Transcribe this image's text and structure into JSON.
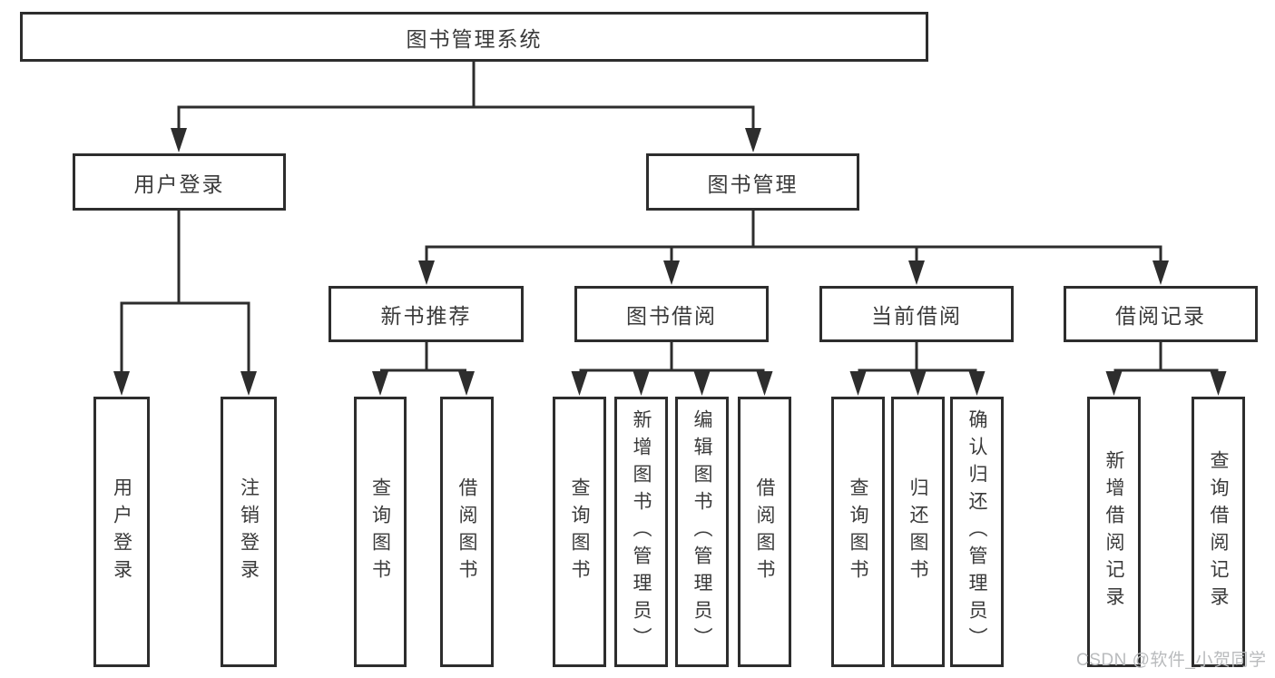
{
  "root": {
    "label": "图书管理系统"
  },
  "level2": [
    {
      "label": "用户登录"
    },
    {
      "label": "图书管理"
    }
  ],
  "level3": [
    {
      "label": "新书推荐"
    },
    {
      "label": "图书借阅"
    },
    {
      "label": "当前借阅"
    },
    {
      "label": "借阅记录"
    }
  ],
  "leaves": {
    "user_login": [
      "用户登录",
      "注销登录"
    ],
    "new_book_recommend": [
      "查询图书",
      "借阅图书"
    ],
    "book_borrowing": [
      "查询图书",
      "新增图书（管理员）",
      "编辑图书（管理员）",
      "借阅图书"
    ],
    "current_borrowing": [
      "查询图书",
      "归还图书",
      "确认归还（管理员）"
    ],
    "borrowing_records": [
      "新增借阅记录",
      "查询借阅记录"
    ]
  },
  "watermark": "CSDN @软件_小贺同学",
  "colors": {
    "line": "#2d2d2d",
    "text": "#3a3a3a",
    "watermark_gray": "#b9bbbd",
    "background": "#ffffff"
  }
}
